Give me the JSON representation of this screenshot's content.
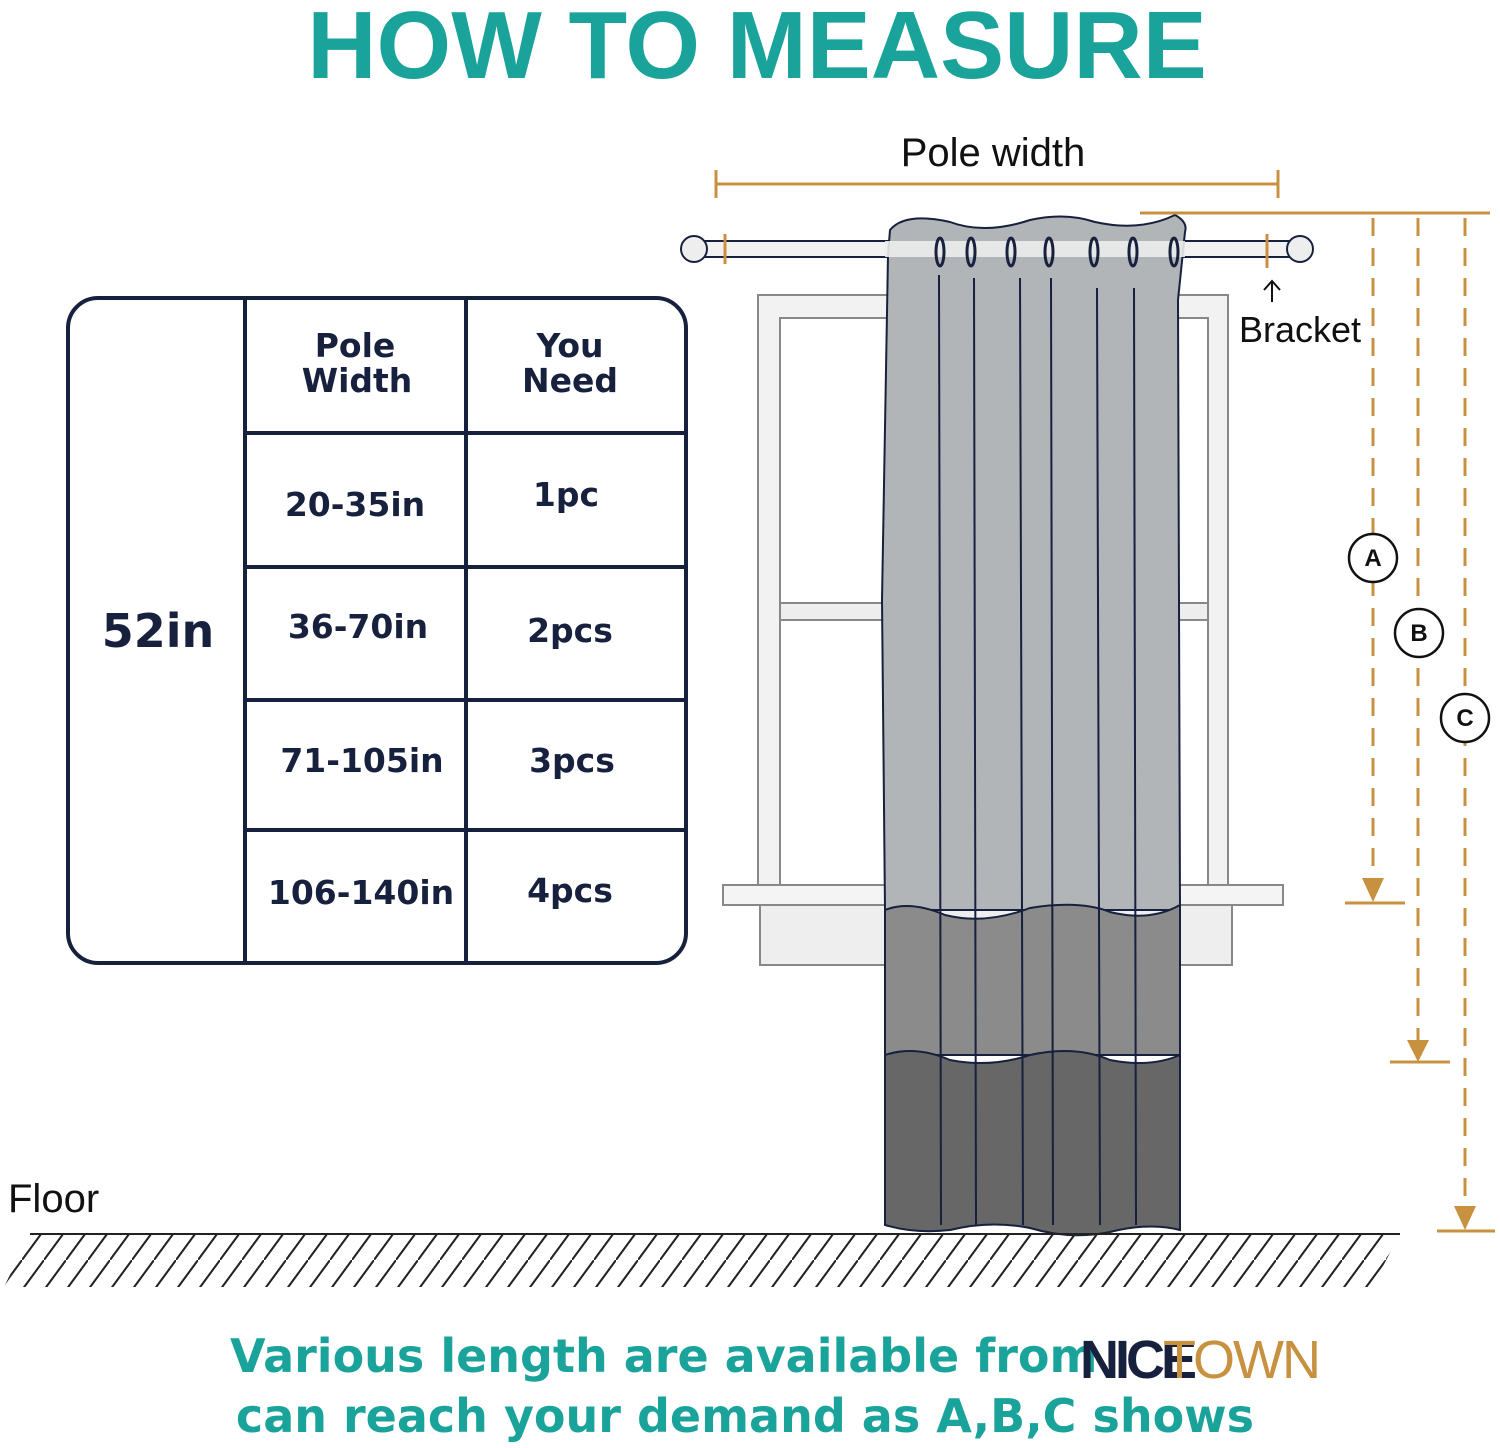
{
  "title": "HOW TO MEASURE",
  "labels": {
    "pole_width": "Pole width",
    "bracket": "Bracket",
    "floor": "Floor",
    "marker_a": "A",
    "marker_b": "B",
    "marker_c": "C"
  },
  "table": {
    "panel_width": "52in",
    "headers": [
      [
        "Pole",
        "Width"
      ],
      [
        "You",
        "Need"
      ]
    ],
    "rows": [
      {
        "pole_width": "20-35in",
        "you_need": "1pc"
      },
      {
        "pole_width": "36-70in",
        "you_need": "2pcs"
      },
      {
        "pole_width": "71-105in",
        "you_need": "3pcs"
      },
      {
        "pole_width": "106-140in",
        "you_need": "4pcs"
      }
    ]
  },
  "footer": {
    "line1": "Various  length  are  available  from",
    "line2": "can reach  your  demand  as A,B,C  shows",
    "logo_part1": "NICE",
    "logo_part2": "TOWN"
  },
  "colors": {
    "teal": "#1aa39a",
    "navy": "#17203d",
    "gold": "#c8913f",
    "curtain_light": "#b1b5b8",
    "curtain_mid": "#8b8b8b",
    "curtain_dark": "#676767"
  }
}
